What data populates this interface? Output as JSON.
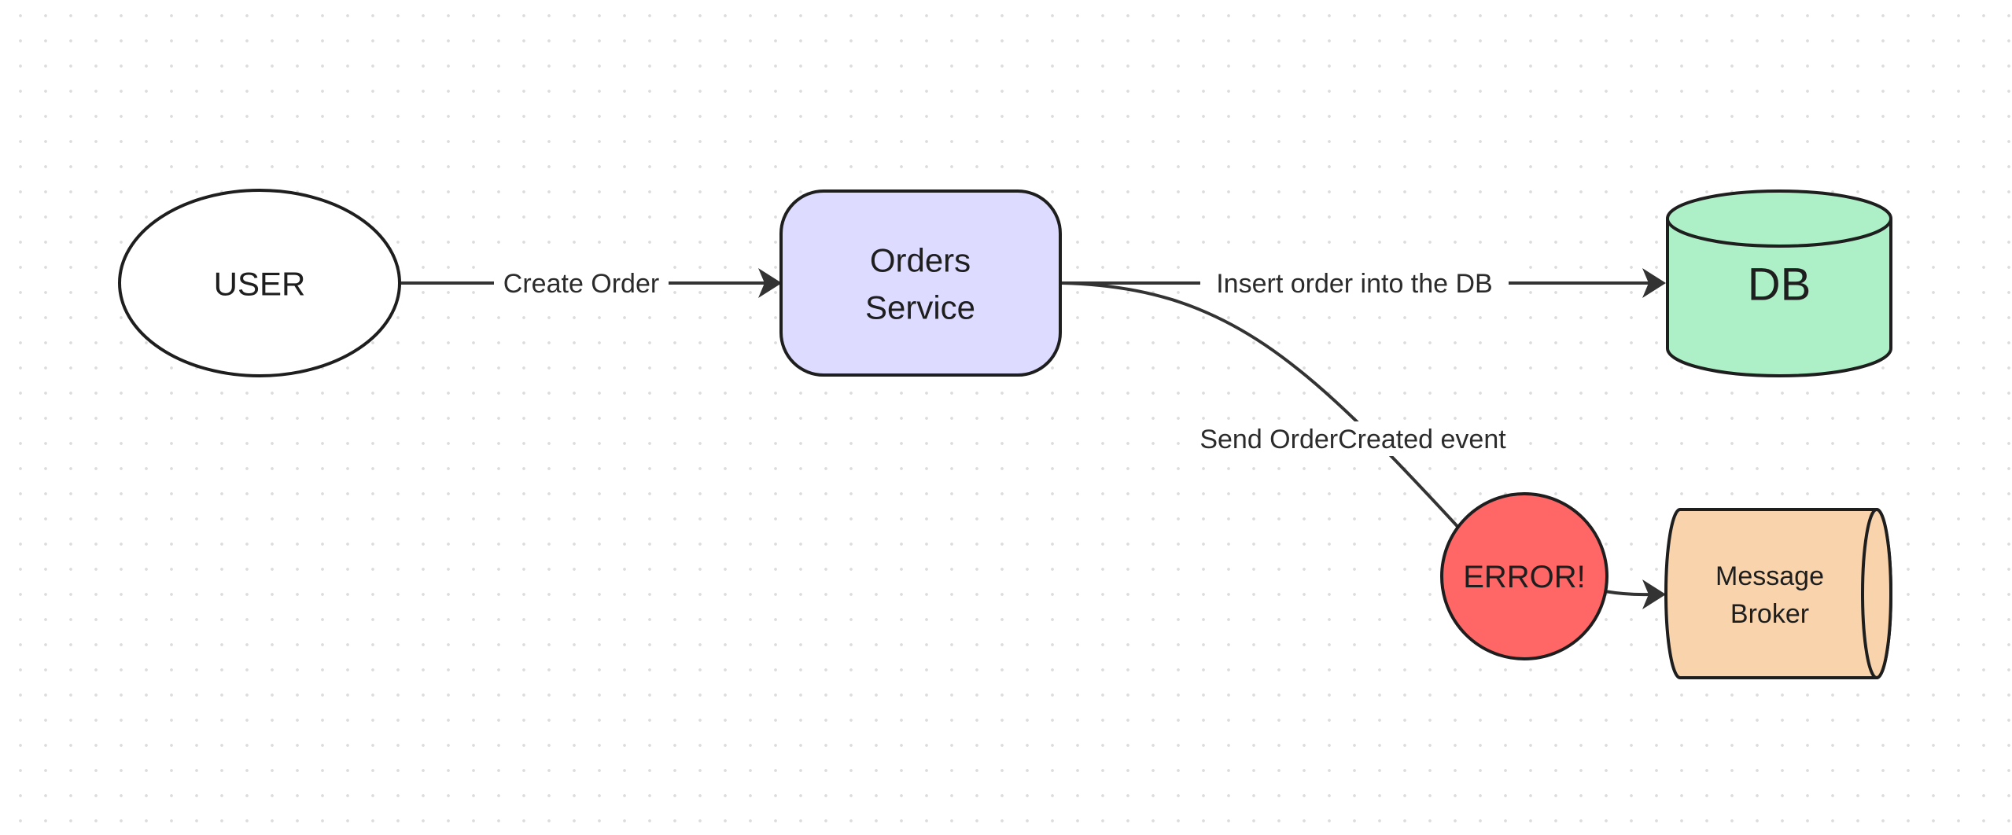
{
  "diagram": {
    "nodes": {
      "user": {
        "label": "USER",
        "shape": "ellipse",
        "fill": "#ffffff"
      },
      "orders_service": {
        "label_lines": [
          "Orders",
          "Service"
        ],
        "shape": "rounded-rectangle",
        "fill": "#dddbff"
      },
      "db": {
        "label": "DB",
        "shape": "cylinder",
        "fill": "#adf0c7"
      },
      "error": {
        "label": "ERROR!",
        "shape": "circle",
        "fill": "#ff6666"
      },
      "message_broker": {
        "label_lines": [
          "Message",
          "Broker"
        ],
        "shape": "horizontal-cylinder",
        "fill": "#f8d3ac"
      }
    },
    "edges": [
      {
        "from": "user",
        "to": "orders_service",
        "label": "Create Order"
      },
      {
        "from": "orders_service",
        "to": "db",
        "label": "Insert order into the DB"
      },
      {
        "from": "orders_service",
        "to": "message_broker",
        "label": "Send OrderCreated event"
      }
    ],
    "colors": {
      "stroke": "#1e1e1e",
      "edge": "#333333",
      "grid_dot": "#dcdcdc",
      "background": "#ffffff"
    }
  }
}
